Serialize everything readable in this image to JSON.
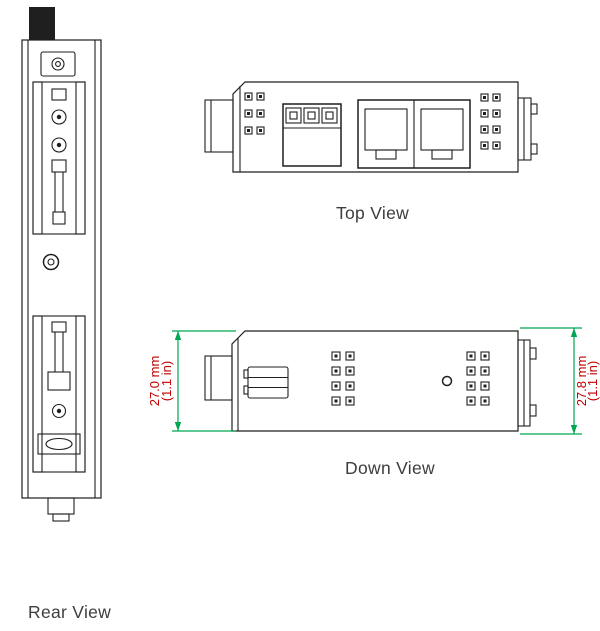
{
  "figure": {
    "views": {
      "top": {
        "label": "Top View"
      },
      "down": {
        "label": "Down View"
      },
      "rear": {
        "label": "Rear View"
      }
    },
    "dimensions": {
      "left": {
        "mm": "27.0 mm",
        "inch": "(1.1 in)"
      },
      "right": {
        "mm": "27.8 mm",
        "inch": "(1.1 in)"
      }
    }
  },
  "colors": {
    "line": "#1f1f1f",
    "fill": "#ffffff",
    "dimension_line": "#00a651",
    "dimension_text": "#c00000",
    "label_text": "#3d3d3d",
    "background": "#ffffff"
  }
}
